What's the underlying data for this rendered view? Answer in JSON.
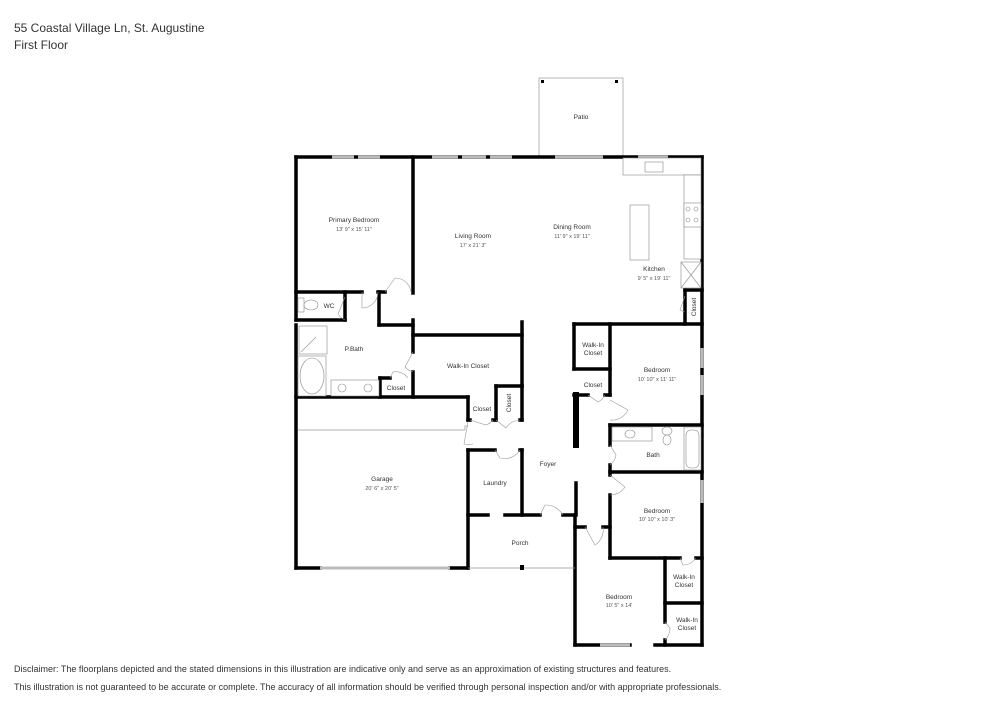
{
  "header": {
    "address": "55 Coastal Village Ln, St. Augustine",
    "floor": "First Floor"
  },
  "rooms": {
    "patio": {
      "label": "Patio"
    },
    "primary_bedroom": {
      "label": "Primary Bedroom",
      "dims": "13' 9\" x 15' 11\""
    },
    "living_room": {
      "label": "Living Room",
      "dims": "17' x 21' 3\""
    },
    "dining_room": {
      "label": "Dining Room",
      "dims": "11' 9\" x 19' 11\""
    },
    "kitchen": {
      "label": "Kitchen",
      "dims": "9' 5\" x 19' 11\""
    },
    "kitchen_closet": {
      "label": "Closet"
    },
    "wc": {
      "label": "WC"
    },
    "pbath": {
      "label": "P.Bath"
    },
    "pbath_closet": {
      "label": "Closet"
    },
    "walkin_closet_main": {
      "label": "Walk-In Closet"
    },
    "hall_closet_1": {
      "label": "Closet"
    },
    "hall_closet_2": {
      "label": "Closet"
    },
    "garage": {
      "label": "Garage",
      "dims": "20' 6\" x 20' 5\""
    },
    "laundry": {
      "label": "Laundry"
    },
    "foyer": {
      "label": "Foyer"
    },
    "porch": {
      "label": "Porch"
    },
    "walkin_closet_bed1": {
      "label_line1": "Walk-In",
      "label_line2": "Closet"
    },
    "closet_bed1": {
      "label": "Closet"
    },
    "bedroom1": {
      "label": "Bedroom",
      "dims": "10' 10\" x 11' 11\""
    },
    "bath": {
      "label": "Bath"
    },
    "bedroom2": {
      "label": "Bedroom",
      "dims": "10' 10\" x 10' 3\""
    },
    "walkin_closet_bed2": {
      "label_line1": "Walk-In",
      "label_line2": "Closet"
    },
    "bedroom3": {
      "label": "Bedroom",
      "dims": "10' 5\" x 14'"
    },
    "walkin_closet_bed3": {
      "label_line1": "Walk-In",
      "label_line2": "Closet"
    }
  },
  "disclaimer": {
    "line1": "Disclaimer: The floorplans depicted and the stated dimensions in this illustration are indicative only and serve as an approximation of existing structures and features.",
    "line2": "This illustration is not guaranteed to be accurate or complete. The accuracy of all information should be verified through personal inspection and/or with appropriate professionals."
  }
}
